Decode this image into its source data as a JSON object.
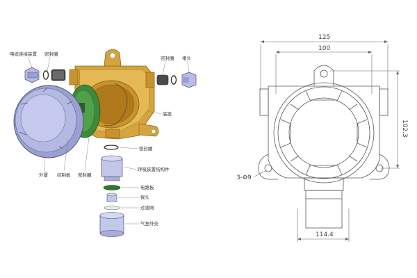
{
  "exploded": {
    "labels": {
      "cable_gland": "电缆连接装置",
      "seal_ring_top_left": "密封圈",
      "seal_ring_top_right": "密封圈",
      "plug": "堵头",
      "base": "底座",
      "seal_ring_mid": "密封圈",
      "breather": "呼吸装置结构件",
      "circuit_board": "电路板",
      "probe": "探头",
      "filter": "过滤网",
      "gas_chamber": "气室外壳",
      "outer_cover": "外罩",
      "control_board": "控制板",
      "seal_ring_bottom": "密封圈"
    }
  },
  "drawing": {
    "dim_width_total": "125",
    "dim_width_inner": "100",
    "dim_height": "102.3",
    "dim_holes": "3-Φ9",
    "dim_bottom": "114.4"
  }
}
